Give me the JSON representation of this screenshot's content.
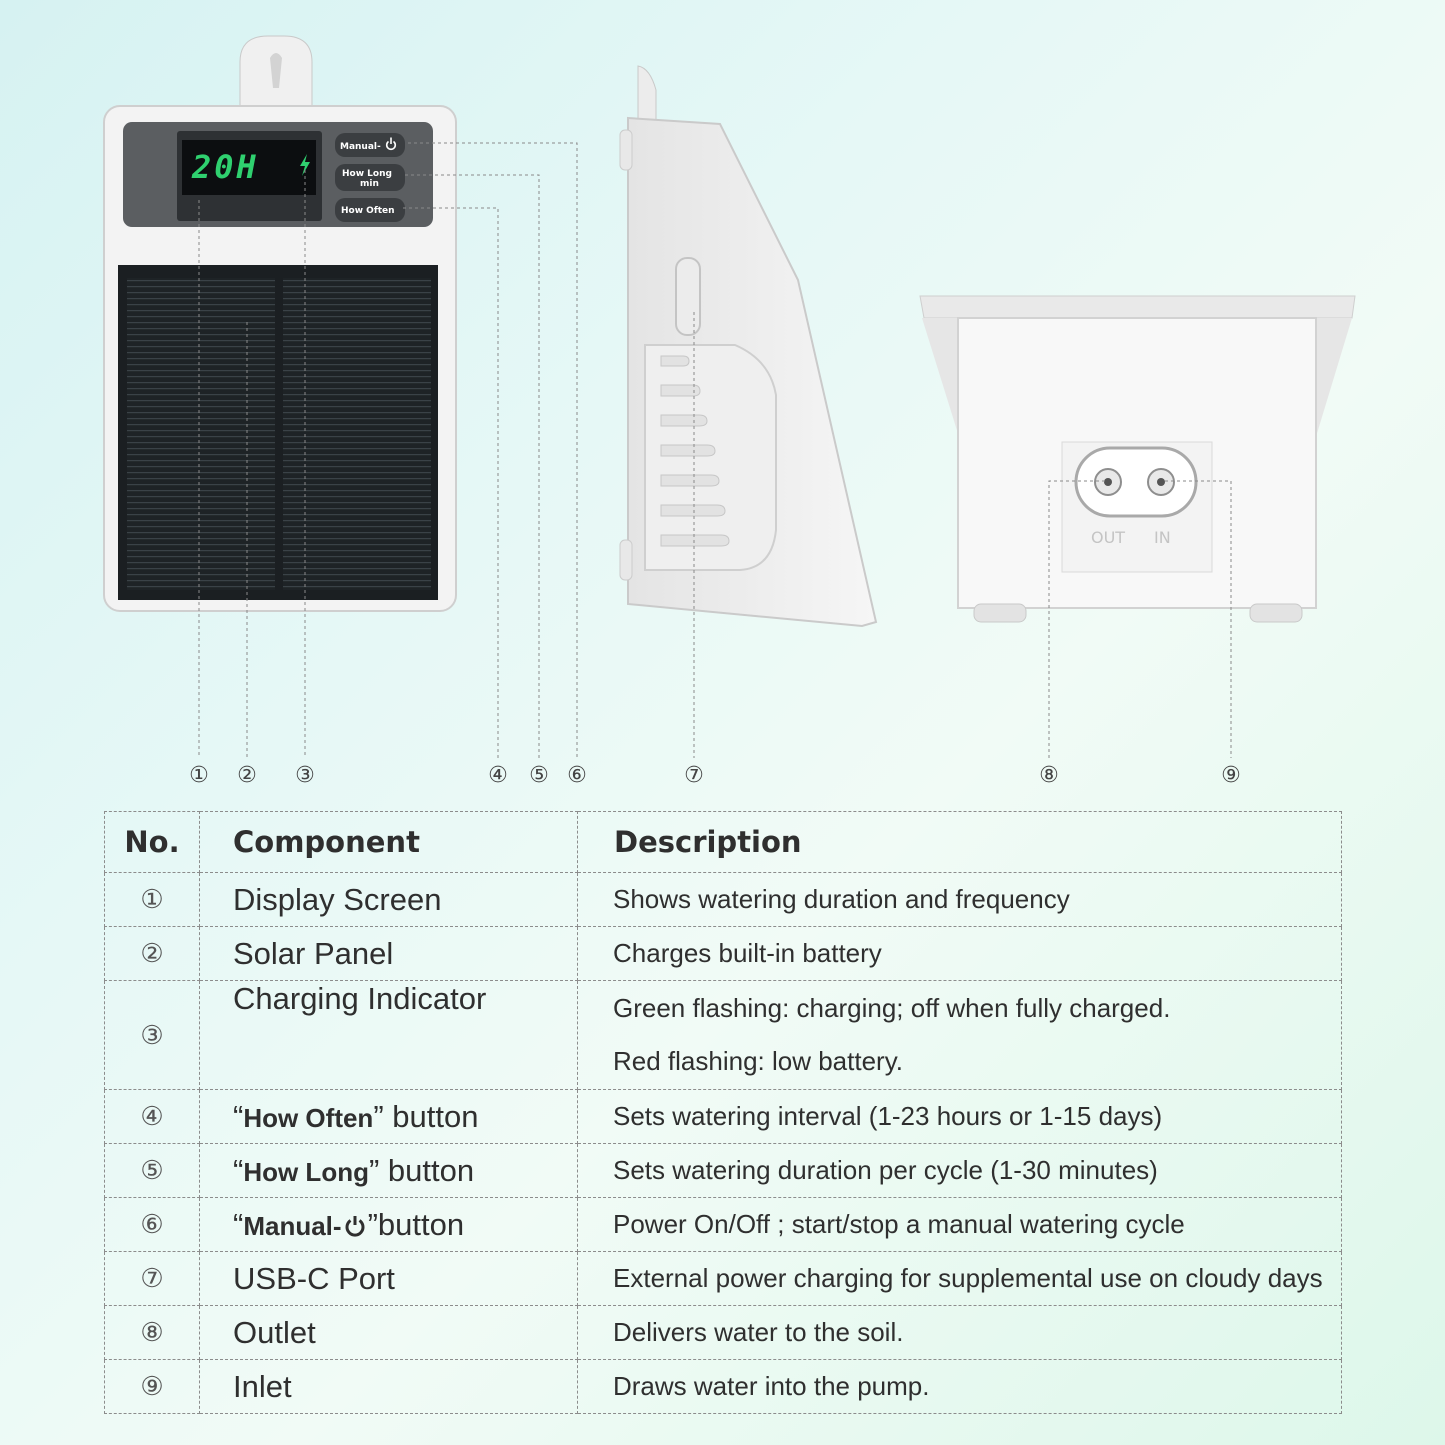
{
  "device": {
    "display_digits": "20H",
    "buttons": {
      "manual": "Manual-",
      "how_long_line1": "How Long",
      "how_long_line2": "min",
      "how_often": "How Often"
    },
    "ports": {
      "out": "OUT",
      "in": "IN"
    }
  },
  "callouts": [
    "①",
    "②",
    "③",
    "④",
    "⑤",
    "⑥",
    "⑦",
    "⑧",
    "⑨"
  ],
  "table": {
    "headers": {
      "no": "No.",
      "component": "Component",
      "description": "Description"
    },
    "rows": [
      {
        "no": "①",
        "component": "Display Screen",
        "description": [
          "Shows watering duration and frequency"
        ]
      },
      {
        "no": "②",
        "component": "Solar Panel",
        "description": [
          "Charges built-in battery"
        ]
      },
      {
        "no": "③",
        "component": "Charging Indicator",
        "description": [
          "Green flashing: charging; off when fully charged.",
          "Red flashing: low battery."
        ]
      },
      {
        "no": "④",
        "open_quote": "“",
        "component_bold": "How Often",
        "close_quote": "”",
        "component_suffix": " button",
        "description": [
          "Sets watering interval (1-23 hours or 1-15 days)"
        ]
      },
      {
        "no": "⑤",
        "open_quote": "“",
        "component_bold": "How Long",
        "close_quote": "”",
        "component_suffix": " button",
        "description": [
          "Sets watering duration per cycle (1-30 minutes)"
        ]
      },
      {
        "no": "⑥",
        "open_quote": "“",
        "component_bold": "Manual-",
        "close_quote": "”",
        "component_suffix": "button",
        "description": [
          "Power On/Off ; start/stop a manual watering cycle"
        ]
      },
      {
        "no": "⑦",
        "component": "USB-C Port",
        "description": [
          "External power charging for supplemental use on cloudy days"
        ]
      },
      {
        "no": "⑧",
        "component": "Outlet",
        "description": [
          "Delivers water to the soil."
        ]
      },
      {
        "no": "⑨",
        "component": "Inlet",
        "description": [
          "Draws water into the pump."
        ]
      }
    ]
  }
}
